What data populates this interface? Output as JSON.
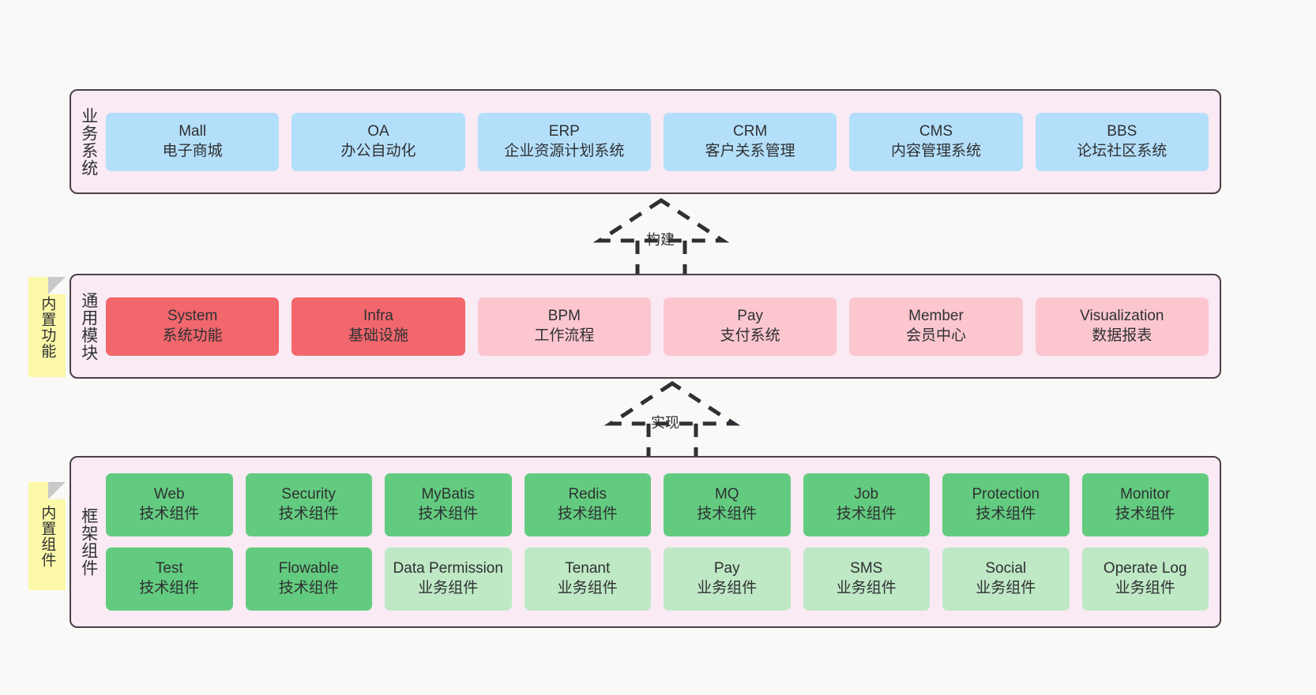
{
  "diagram": {
    "background_color": "#f9f9f8",
    "container_fill": "#f9eaf4",
    "container_border": "#4a4048"
  },
  "layers": {
    "business": {
      "title": "业务系统",
      "color": "#b4dffa",
      "cards": [
        {
          "name": "Mall",
          "desc": "电子商城"
        },
        {
          "name": "OA",
          "desc": "办公自动化"
        },
        {
          "name": "ERP",
          "desc": "企业资源计划系统"
        },
        {
          "name": "CRM",
          "desc": "客户关系管理"
        },
        {
          "name": "CMS",
          "desc": "内容管理系统"
        },
        {
          "name": "BBS",
          "desc": "论坛社区系统"
        }
      ]
    },
    "common": {
      "title": "通用模块",
      "sticky": "内置功能",
      "colors": {
        "primary": "#f2676c",
        "secondary": "#fcc6cf",
        "sticky": "#fbf9a8"
      },
      "cards": [
        {
          "name": "System",
          "desc": "系统功能",
          "tone": "primary"
        },
        {
          "name": "Infra",
          "desc": "基础设施",
          "tone": "primary"
        },
        {
          "name": "BPM",
          "desc": "工作流程",
          "tone": "secondary"
        },
        {
          "name": "Pay",
          "desc": "支付系统",
          "tone": "secondary"
        },
        {
          "name": "Member",
          "desc": "会员中心",
          "tone": "secondary"
        },
        {
          "name": "Visualization",
          "desc": "数据报表",
          "tone": "secondary"
        }
      ]
    },
    "framework": {
      "title": "框架组件",
      "sticky": "内置组件",
      "colors": {
        "primary": "#63cb7f",
        "secondary": "#bfe8c5",
        "sticky": "#fbf9a8"
      },
      "row1": [
        {
          "name": "Web",
          "desc": "技术组件",
          "tone": "primary"
        },
        {
          "name": "Security",
          "desc": "技术组件",
          "tone": "primary"
        },
        {
          "name": "MyBatis",
          "desc": "技术组件",
          "tone": "primary"
        },
        {
          "name": "Redis",
          "desc": "技术组件",
          "tone": "primary"
        },
        {
          "name": "MQ",
          "desc": "技术组件",
          "tone": "primary"
        },
        {
          "name": "Job",
          "desc": "技术组件",
          "tone": "primary"
        },
        {
          "name": "Protection",
          "desc": "技术组件",
          "tone": "primary"
        },
        {
          "name": "Monitor",
          "desc": "技术组件",
          "tone": "primary"
        }
      ],
      "row2": [
        {
          "name": "Test",
          "desc": "技术组件",
          "tone": "primary"
        },
        {
          "name": "Flowable",
          "desc": "技术组件",
          "tone": "primary"
        },
        {
          "name": "Data Permission",
          "desc": "业务组件",
          "tone": "secondary"
        },
        {
          "name": "Tenant",
          "desc": "业务组件",
          "tone": "secondary"
        },
        {
          "name": "Pay",
          "desc": "业务组件",
          "tone": "secondary"
        },
        {
          "name": "SMS",
          "desc": "业务组件",
          "tone": "secondary"
        },
        {
          "name": "Social",
          "desc": "业务组件",
          "tone": "secondary"
        },
        {
          "name": "Operate Log",
          "desc": "业务组件",
          "tone": "secondary"
        }
      ]
    }
  },
  "connectors": [
    {
      "id": "build",
      "label": "构建",
      "style": "dashed-generalization",
      "direction": "up"
    },
    {
      "id": "impl",
      "label": "实现",
      "style": "dashed-generalization",
      "direction": "up"
    }
  ]
}
